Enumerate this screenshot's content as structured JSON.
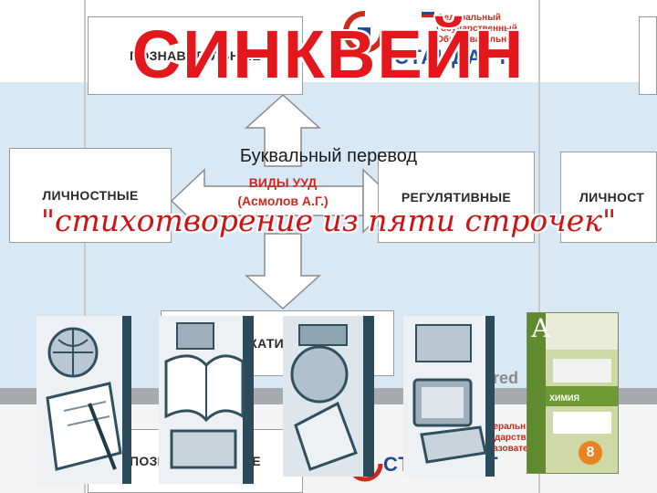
{
  "slide": {
    "title": "СИНКВЕЙН",
    "subtitle": "Буквальный перевод",
    "quote": "\"стихотворение из пяти строчек\""
  },
  "background_diagram": {
    "top_box_label": "ПОЗНАВАТЕЛЬНЫЕ",
    "left_box_label": "ЛИЧНОСТНЫЕ",
    "right_box_label": "РЕГУЛЯТИВНЫЕ",
    "far_right_box_label": "ЛИЧНОСТ",
    "bottom_box_label": "НИКАТИВНЫЕ",
    "center_line1": "ВИДЫ УУД",
    "center_line2": "(Асмолов А.Г.)",
    "bottom_strip_label": "ПОЗНАВАТЕЛЬНЫЕ",
    "ghost_text": "red"
  },
  "logo": {
    "line1": "Федеральный",
    "line2": "Государственный",
    "line3": "Образовательный",
    "brand": "СТАНДАРТ"
  },
  "book": {
    "letter": "А",
    "title": "ХИМИЯ",
    "grade": "8"
  },
  "colors": {
    "title": "#e4181c",
    "quote": "#cc1414",
    "diagram_accent": "#cc2a1e",
    "brand_blue": "#1e4d9a",
    "panel_blue": "#d9e8f5"
  },
  "icons": [
    "globe-compass-clipart",
    "open-books-clipart",
    "science-instruments-clipart",
    "computer-monitor-clipart",
    "chemistry-textbook-cover"
  ]
}
